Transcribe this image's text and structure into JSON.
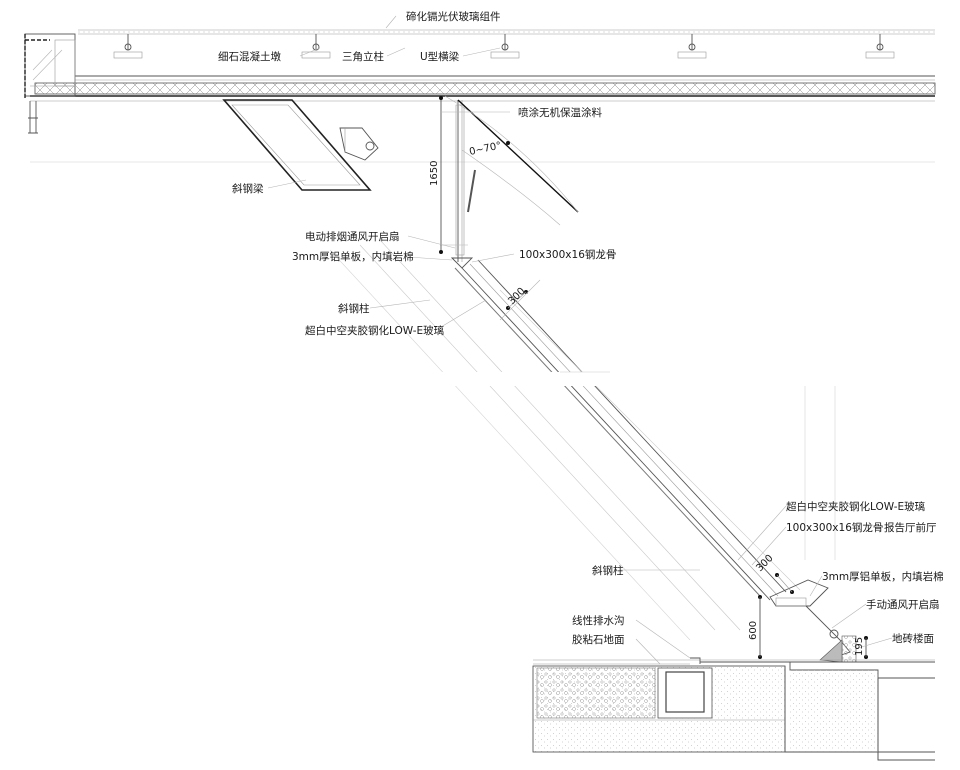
{
  "labels": {
    "pv_glass": "碲化镉光伏玻璃组件",
    "concrete_pier": "细石混凝土墩",
    "triangle_post": "三角立柱",
    "u_beam": "U型横梁",
    "insulation_coating": "喷涂无机保温涂料",
    "angle": "0~70°",
    "dim_1650": "1650",
    "inclined_beam": "斜钢梁",
    "electric_vent": "电动排烟通风开启扇",
    "alu_panel_top": "3mm厚铝单板，内填岩棉",
    "keel_top": "100x300x16钢龙骨",
    "dim_300_top": "300",
    "inclined_column_top": "斜钢柱",
    "glass_top": "超白中空夹胶钢化LOW-E玻璃",
    "glass_bottom": "超白中空夹胶钢化LOW-E玻璃",
    "keel_bottom": "100x300x16钢龙骨",
    "lobby": "报告厅前厅",
    "inclined_column_bottom": "斜钢柱",
    "dim_300_bottom": "300",
    "alu_panel_bottom": "3mm厚铝单板，内填岩棉",
    "manual_vent": "手动通风开启扇",
    "linear_drain": "线性排水沟",
    "stone_floor": "胶粘石地面",
    "dim_600": "600",
    "dim_195": "195",
    "tile_floor": "地砖楼面"
  },
  "colors": {
    "line": "#222222",
    "thin": "#9a9a9a",
    "hatch": "#8a8a8a",
    "text": "#1a1a1a"
  }
}
